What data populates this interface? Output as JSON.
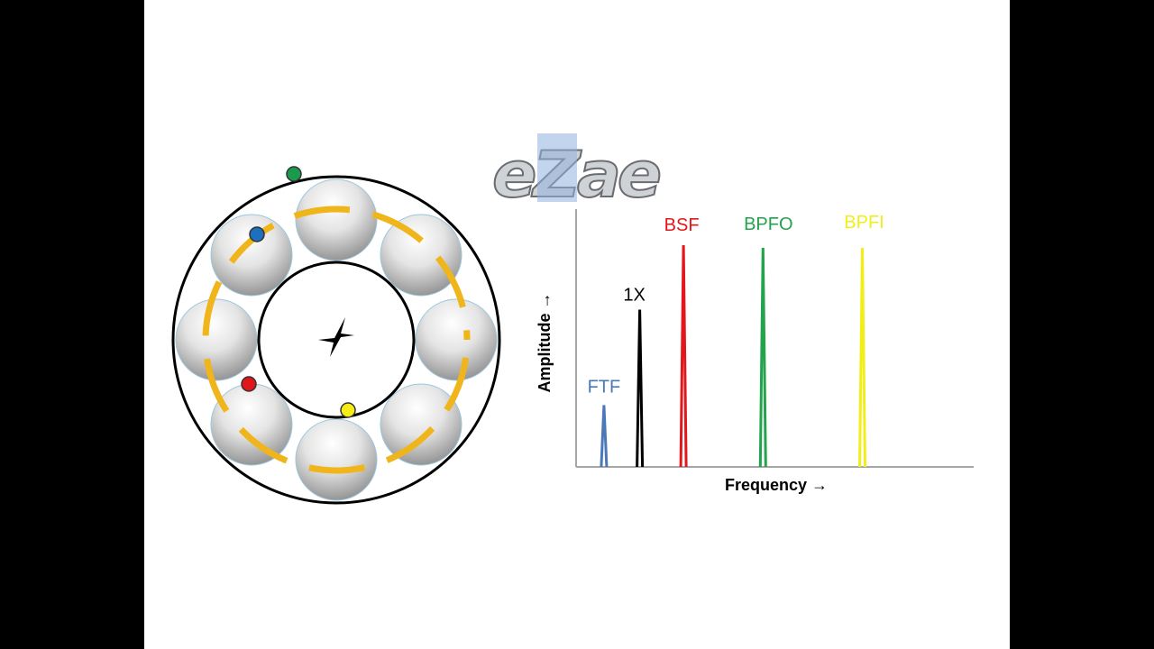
{
  "logo": {
    "text": "eZae",
    "colors": {
      "light": "#d0d3d6",
      "accent": "#8fb3df",
      "outline": "#6a6d72"
    }
  },
  "bearing_diagram": {
    "ring_color": "#000000",
    "cage_color": "#f0b51a",
    "ball_count": 8,
    "markers": [
      {
        "name": "outer-race-marker",
        "color": "#1a9b4b"
      },
      {
        "name": "cage-marker",
        "color": "#1f6fc0"
      },
      {
        "name": "ball-marker",
        "color": "#e0161b"
      },
      {
        "name": "inner-race-marker",
        "color": "#f5ec18"
      }
    ]
  },
  "chart_data": {
    "type": "spectrum",
    "xlabel": "Frequency →",
    "ylabel": "Amplitude →",
    "grid": false,
    "units": "relative",
    "ylim": [
      0,
      1
    ],
    "peaks": [
      {
        "label": "FTF",
        "x": 0.07,
        "amplitude": 0.24,
        "color": "#4a78b8"
      },
      {
        "label": "1X",
        "x": 0.16,
        "amplitude": 0.61,
        "color": "#000000"
      },
      {
        "label": "BSF",
        "x": 0.27,
        "amplitude": 0.86,
        "color": "#e3161b"
      },
      {
        "label": "BPFO",
        "x": 0.47,
        "amplitude": 0.85,
        "color": "#22a34c"
      },
      {
        "label": "BPFI",
        "x": 0.72,
        "amplitude": 0.85,
        "color": "#f2ee1a"
      }
    ]
  }
}
